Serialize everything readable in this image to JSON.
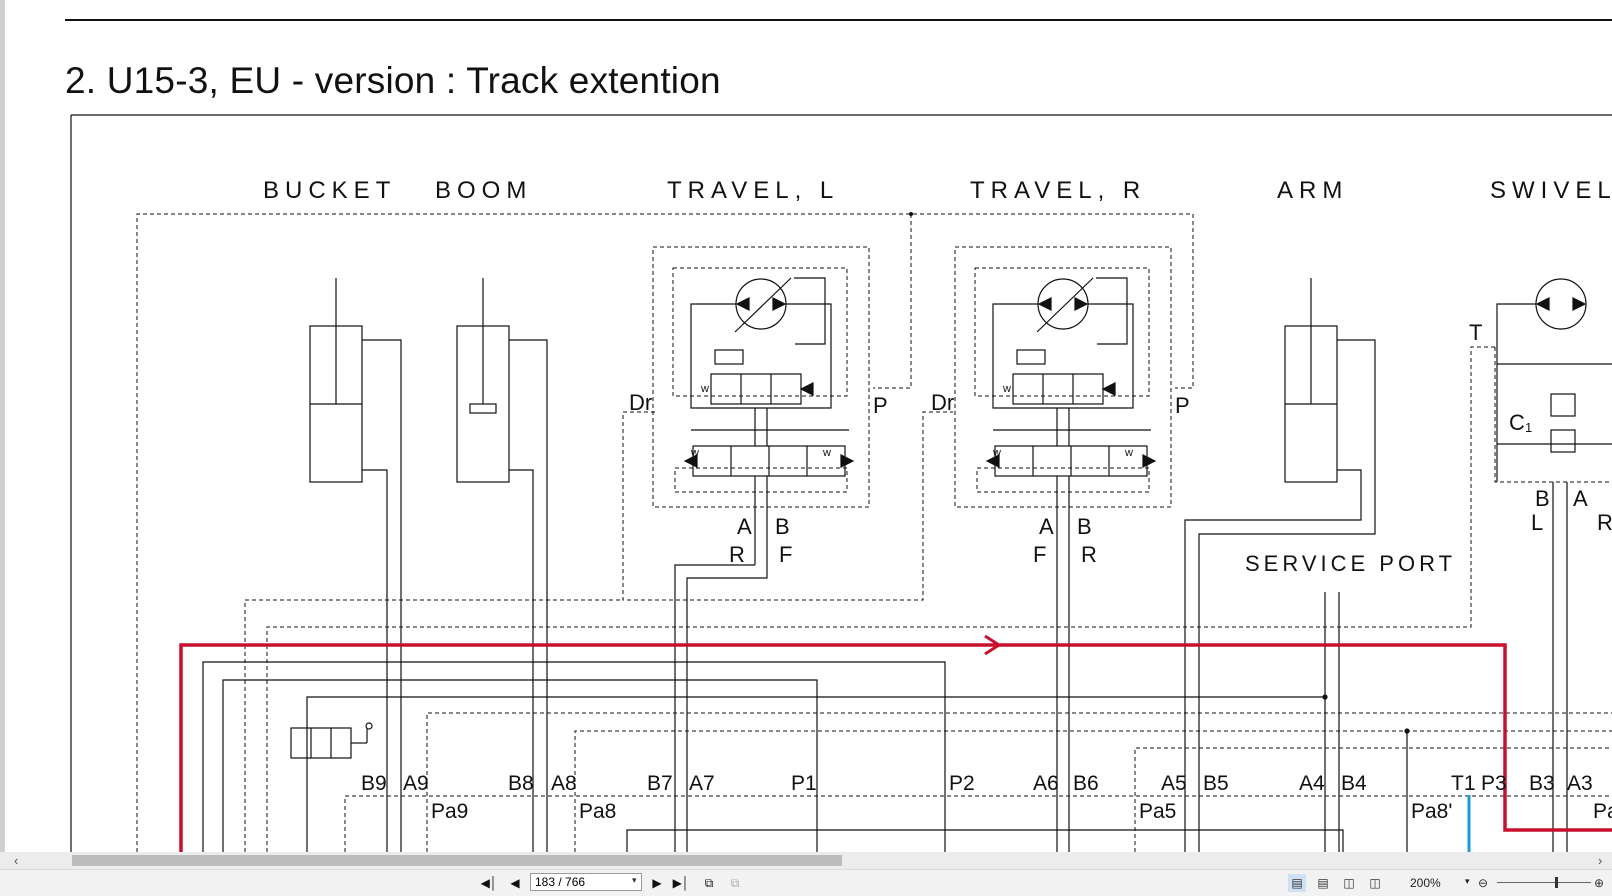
{
  "document": {
    "heading": "2.  U15-3, EU - version : Track extention",
    "sections": {
      "bucket": "BUCKET",
      "boom": "BOOM",
      "travel_l": "TRAVEL, L",
      "travel_r": "TRAVEL, R",
      "arm": "ARM",
      "swivel": "SWIVEL"
    },
    "service_port": "SERVICE PORT",
    "motor_labels": {
      "dr": "Dr",
      "p": "P",
      "a": "A",
      "b": "B",
      "r": "R",
      "f": "F",
      "w": "w",
      "t": "T",
      "c1": "C",
      "c1_sub": "1",
      "l": "L"
    },
    "valve_ports": [
      "B9",
      "A9",
      "B8",
      "A8",
      "B7",
      "A7",
      "P1",
      "P2",
      "A6",
      "B6",
      "A5",
      "B5",
      "A4",
      "B4",
      "T1",
      "P3",
      "B3",
      "A3"
    ],
    "pilot_ports": [
      "Pa9",
      "Pa8",
      "Pa5",
      "Pa8'",
      "Pa"
    ],
    "colors": {
      "pressure_line": "#c8102e",
      "return_line": "#1a9bd7",
      "ink": "#111111"
    }
  },
  "toolbar": {
    "page_value": "183 / 766",
    "zoom_value": "200%",
    "icons": [
      "first-page-icon",
      "previous-page-icon",
      "next-page-icon",
      "last-page-icon",
      "go-back-view-icon",
      "go-forward-view-icon",
      "single-page-view-icon",
      "continuous-view-icon",
      "facing-view-icon",
      "continuous-facing-view-icon",
      "zoom-out-icon",
      "zoom-in-icon"
    ]
  }
}
